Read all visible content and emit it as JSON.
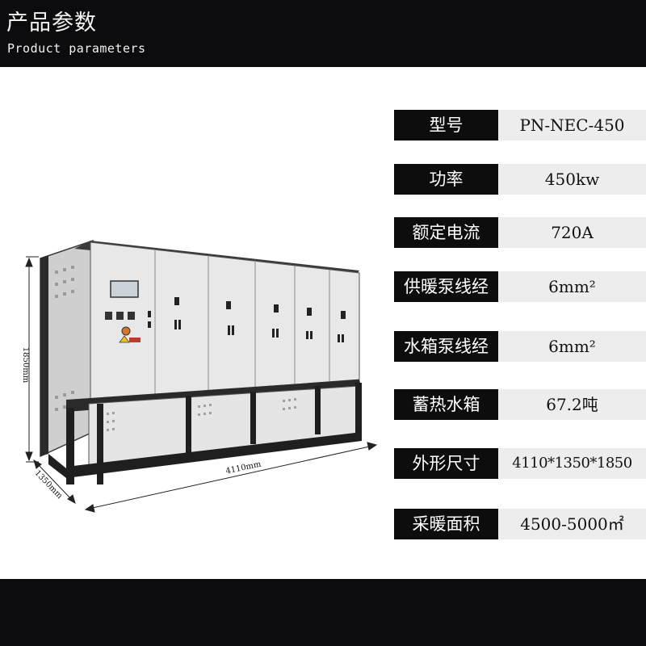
{
  "header": {
    "title_cn": "产品参数",
    "title_en": "Product parameters"
  },
  "dimensions": {
    "height": "1850mm",
    "depth": "1350mm",
    "length": "4110mm"
  },
  "specs": [
    {
      "label": "型号",
      "value": "PN-NEC-450"
    },
    {
      "label": "功率",
      "value": "450kw"
    },
    {
      "label": "额定电流",
      "value": "720A"
    },
    {
      "label": "供暖泵线经",
      "value": "6mm²"
    },
    {
      "label": "水箱泵线经",
      "value": "6mm²"
    },
    {
      "label": "蓄热水箱",
      "value": "67.2吨"
    },
    {
      "label": "外形尺寸",
      "value": "4110*1350*1850"
    },
    {
      "label": "采暖面积",
      "value": "4500-5000㎡"
    }
  ],
  "colors": {
    "bar": "#0c0c0e",
    "label_bg": "#0d0d0d",
    "value_bg": "#ededed"
  }
}
